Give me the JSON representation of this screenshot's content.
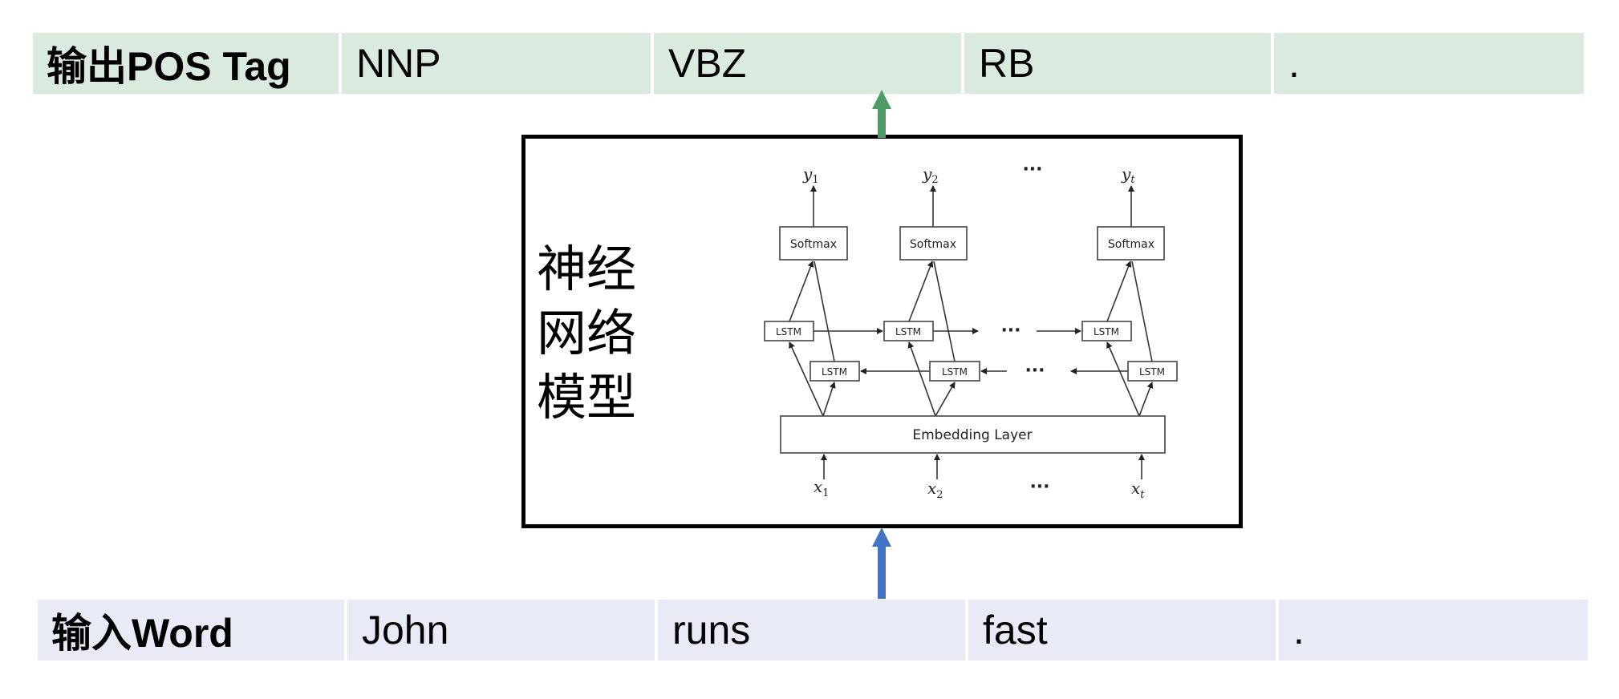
{
  "output_row": {
    "header": "输出POS Tag",
    "cells": [
      "NNP",
      "VBZ",
      "RB",
      "."
    ]
  },
  "input_row": {
    "header": "输入Word",
    "cells": [
      "John",
      "runs",
      "fast",
      "."
    ]
  },
  "model": {
    "label_lines": [
      "神经",
      "网络",
      "模型"
    ],
    "diagram": {
      "outputs": [
        "y",
        "y",
        "y"
      ],
      "output_subscripts": [
        "1",
        "2",
        "t"
      ],
      "softmax_label": "Softmax",
      "lstm_label": "LSTM",
      "embedding_label": "Embedding Layer",
      "inputs": [
        "x",
        "x",
        "x"
      ],
      "input_subscripts": [
        "1",
        "2",
        "t"
      ],
      "ellipsis": "···"
    }
  },
  "colors": {
    "output_row_bg": "#dbeadf",
    "input_row_bg": "#e8ebf5",
    "output_arrow": "#4f9a65",
    "input_arrow": "#4472c4"
  }
}
